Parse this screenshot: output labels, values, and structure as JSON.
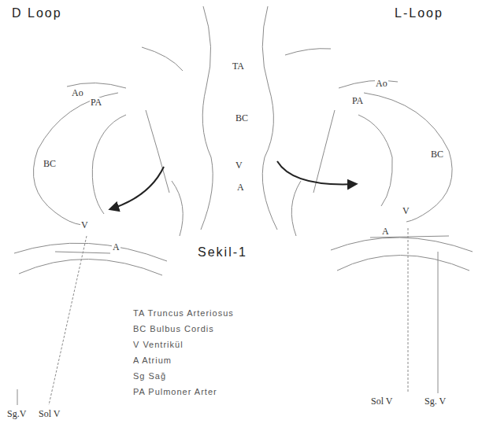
{
  "diagram": {
    "caption": "Sekil-1",
    "labels": [
      "D Loop",
      "L-Loop",
      "TA",
      "BC",
      "V",
      "A",
      "Ao",
      "PA",
      "BC",
      "V",
      "A",
      "Sg.V",
      "Sol V",
      "Ao",
      "PA",
      "BC",
      "V",
      "A",
      "Sol V",
      "Sg. V",
      "TA Truncus Arteriosus",
      "BC Bulbus Cordis",
      "V Ventrikül",
      "A Atrium",
      "Sg Sağ",
      "PA Pulmoner Arter"
    ]
  }
}
